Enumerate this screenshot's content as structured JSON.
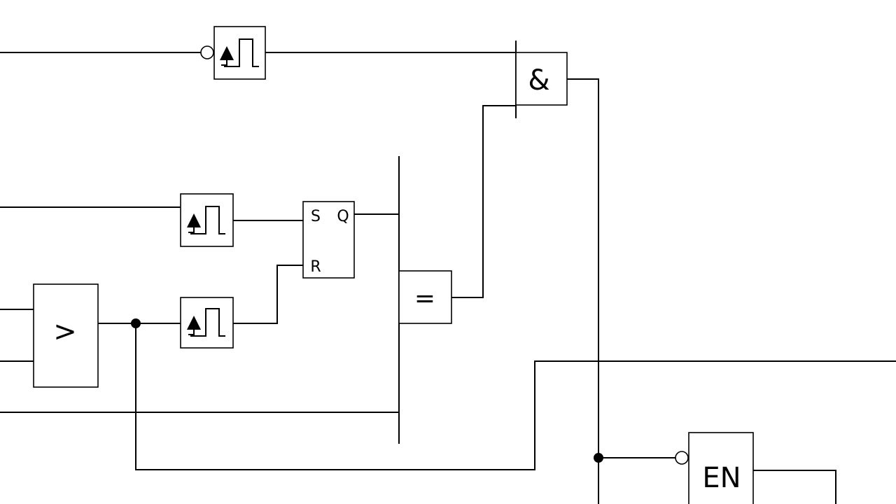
{
  "diagram": {
    "blocks": {
      "and_gate": {
        "symbol": "&"
      },
      "comparator_gt": {
        "symbol": ">"
      },
      "comparator_eq": {
        "symbol": "="
      },
      "sr_flipflop": {
        "set_label": "S",
        "reset_label": "R",
        "output_label": "Q"
      },
      "enable_block": {
        "symbol": "EN"
      }
    },
    "edge_detectors": [
      "edge-detector-top",
      "edge-detector-middle",
      "edge-detector-bottom"
    ],
    "colors": {
      "wire": "#000000",
      "block_fill": "#ffffff",
      "background": "#ffffff"
    }
  }
}
